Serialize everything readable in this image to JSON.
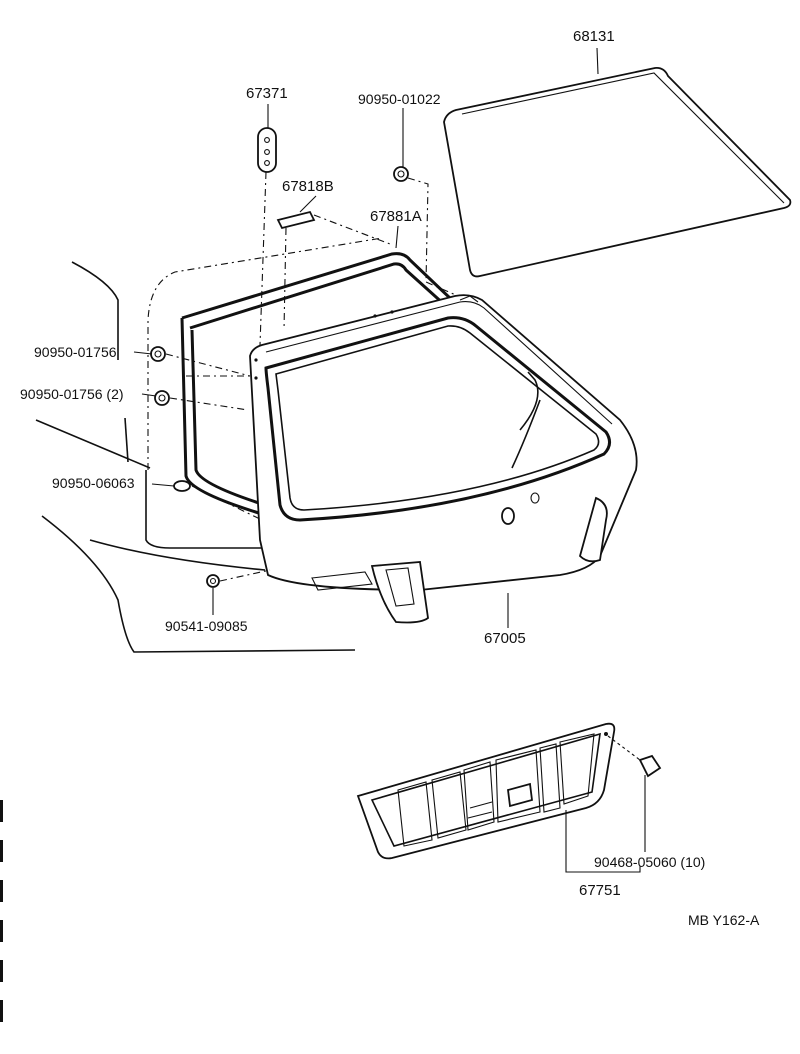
{
  "diagram": {
    "code": "MB Y162-A",
    "parts": {
      "glass": "68131",
      "clip_top": "90950-01022",
      "trim_top": "67371",
      "strip": "67818B",
      "weatherstrip": "67881A",
      "plug_1": "90950-01756",
      "plug_2": "90950-01756 (2)",
      "plug_3": "90950-06063",
      "bumper": "90541-09085",
      "door_panel": "67005",
      "clip_bottom": "90468-05060 (10)",
      "board": "67751"
    }
  }
}
